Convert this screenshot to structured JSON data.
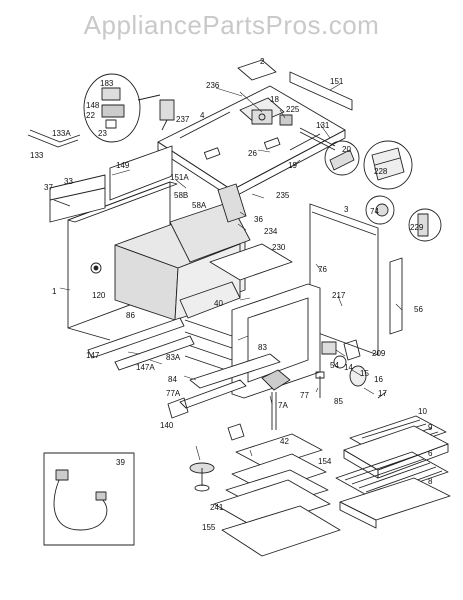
{
  "watermark": "AppliancePartsPros.com",
  "parts": [
    "183",
    "148",
    "22",
    "23",
    "236",
    "237",
    "4",
    "18",
    "225",
    "151",
    "131",
    "133A",
    "133",
    "149",
    "151A",
    "26",
    "19",
    "20",
    "228",
    "37",
    "33",
    "58B",
    "58A",
    "36",
    "235",
    "3",
    "74",
    "229",
    "234",
    "230",
    "1",
    "120",
    "86",
    "40",
    "76",
    "217",
    "56",
    "147",
    "147A",
    "83A",
    "83",
    "84",
    "209",
    "54",
    "14",
    "15",
    "16",
    "17",
    "77",
    "85",
    "7A",
    "77A",
    "140",
    "10",
    "9",
    "42",
    "154",
    "6",
    "8",
    "241",
    "155",
    "39",
    "2"
  ]
}
